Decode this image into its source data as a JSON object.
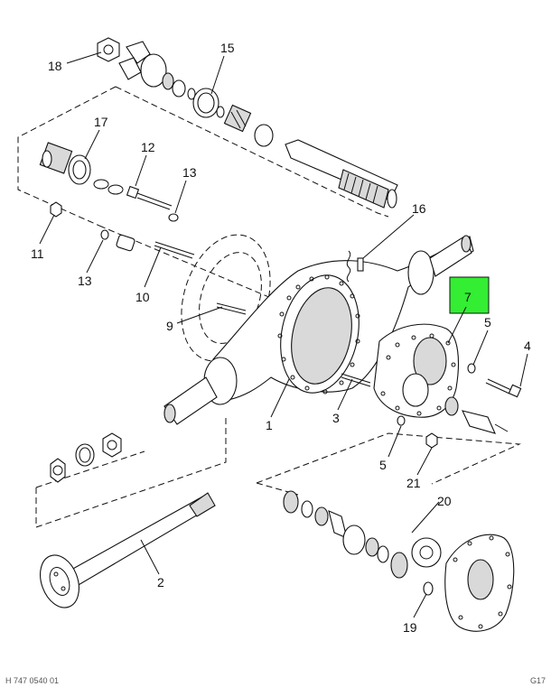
{
  "highlight_color": "#33ee33",
  "callouts": {
    "c18": "18",
    "c15": "15",
    "c17": "17",
    "c12": "12",
    "c13a": "13",
    "c16": "16",
    "c11": "11",
    "c13b": "13",
    "c10": "10",
    "c9": "9",
    "c7": "7",
    "c5a": "5",
    "c4": "4",
    "c1": "1",
    "c3": "3",
    "c5b": "5",
    "c21": "21",
    "c20": "20",
    "c2": "2",
    "c19": "19"
  },
  "footer": {
    "left": "H 747 0540 01",
    "right": "G17"
  }
}
